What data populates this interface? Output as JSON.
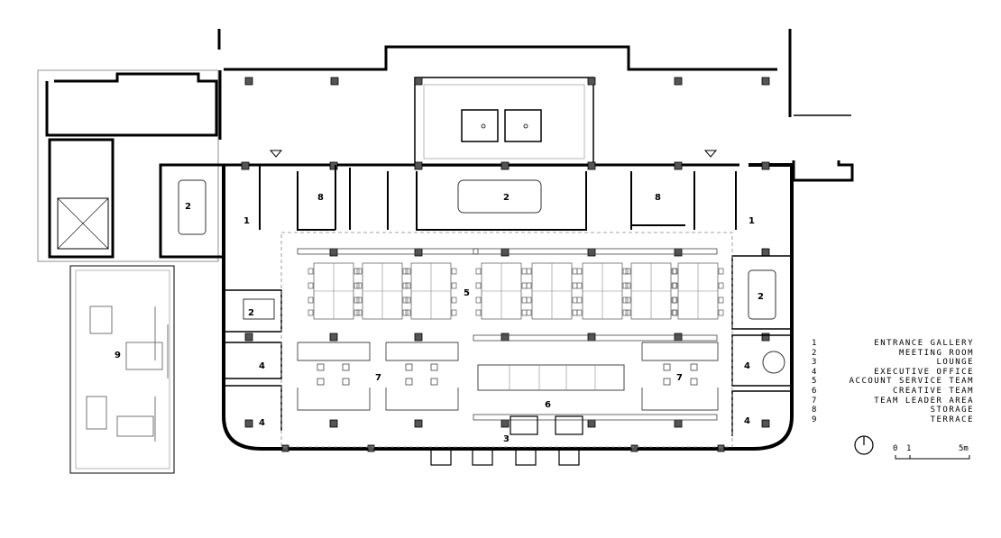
{
  "legend": [
    {
      "number": "1",
      "label": "ENTRANCE GALLERY"
    },
    {
      "number": "2",
      "label": "MEETING ROOM"
    },
    {
      "number": "3",
      "label": "LOUNGE"
    },
    {
      "number": "4",
      "label": "EXECUTIVE OFFICE"
    },
    {
      "number": "5",
      "label": "ACCOUNT SERVICE TEAM"
    },
    {
      "number": "6",
      "label": "CREATIVE TEAM"
    },
    {
      "number": "7",
      "label": "TEAM LEADER AREA"
    },
    {
      "number": "8",
      "label": "STORAGE"
    },
    {
      "number": "9",
      "label": "TERRACE"
    }
  ],
  "scale_bar": {
    "start": "0",
    "mid": "1",
    "end": "5m"
  },
  "room_labels": {
    "entrance_west": "1",
    "entrance_east": "1",
    "meeting_northwest": "2",
    "meeting_center": "2",
    "meeting_west_small": "2",
    "meeting_east": "2",
    "lounge": "3",
    "exec_west_1": "4",
    "exec_west_2": "4",
    "exec_east_1": "4",
    "exec_east_2": "4",
    "account_service": "5",
    "creative": "6",
    "leader_west": "7",
    "leader_east": "7",
    "storage_west": "8",
    "storage_east": "8",
    "terrace": "9"
  }
}
